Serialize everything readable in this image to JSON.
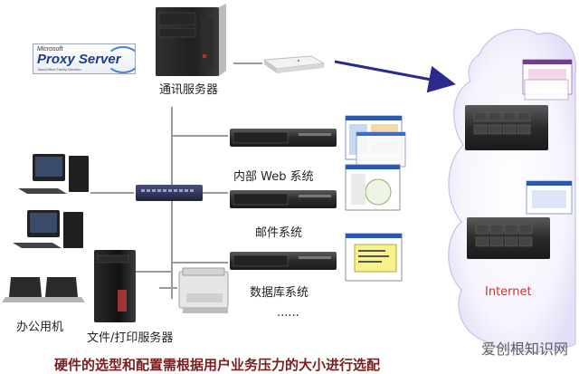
{
  "nodes": {
    "comm_server": "通讯服务器",
    "web_system": "内部 Web 系统",
    "mail_system": "邮件系统",
    "db_system": "数据库系统",
    "more": "......",
    "office_pc": "办公用机",
    "file_print_server": "文件/打印服务器",
    "internet": "Internet"
  },
  "proxy_logo": {
    "maker": "Microsoft",
    "product": "Proxy Server",
    "tagline": "BackOffice Family Member"
  },
  "caption": "硬件的选型和配置需根据用户业务压力的大小进行选配",
  "watermark": "爱创根知识网",
  "colors": {
    "arrow": "#2b2a8c",
    "internet_text": "#d9302c",
    "connector": "#9a9a9a",
    "cloud_edge": "#c9c2e8"
  }
}
